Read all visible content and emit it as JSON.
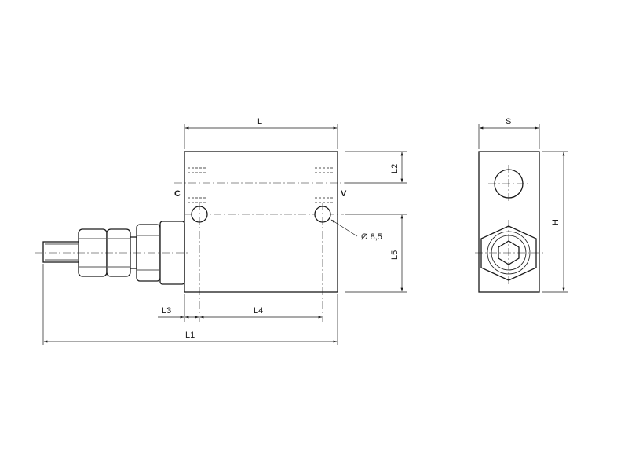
{
  "labels": {
    "L": "L",
    "L1": "L1",
    "L2": "L2",
    "L3": "L3",
    "L4": "L4",
    "L5": "L5",
    "S": "S",
    "H": "H",
    "port_c": "C",
    "port_v": "V",
    "hole_diameter": "Ø 8,5"
  }
}
